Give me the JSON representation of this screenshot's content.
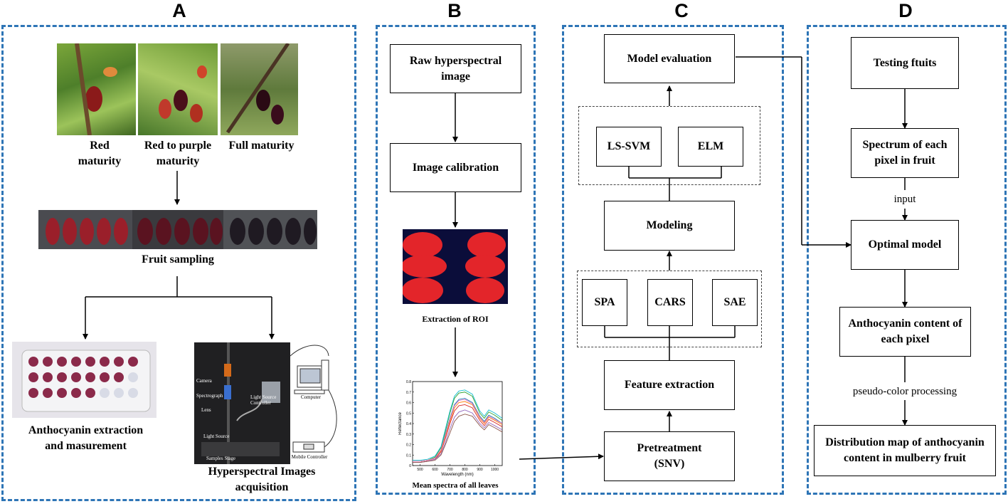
{
  "panels": {
    "a": {
      "title": "A"
    },
    "b": {
      "title": "B"
    },
    "c": {
      "title": "C"
    },
    "d": {
      "title": "D"
    }
  },
  "panel_a": {
    "stage1": "Red\nmaturity",
    "stage2": "Red to purple\nmaturity",
    "stage3": "Full maturity",
    "fruit_sampling": "Fruit sampling",
    "anthocyanin_extraction": "Anthocyanin  extraction\nand masurement",
    "hyperspectral_acquisition": "Hyperspectral Images\nacquisition",
    "equipment_labels": {
      "camera": "Camera",
      "spectrograph": "Spectrograph",
      "lens": "Lens",
      "light_source_controller": "Light Source\nController",
      "computer": "Computer",
      "light_source": "Light Source",
      "samples_stage": "Samples Stage",
      "mobile_controller": "Mobile Controller"
    }
  },
  "panel_b": {
    "raw_image": "Raw hyperspectral\nimage",
    "image_calibration": "Image calibration",
    "extraction_roi": "Extraction of ROI",
    "mean_spectra": "Mean spectra of all leaves"
  },
  "panel_c": {
    "model_evaluation": "Model evaluation",
    "ls_svm": "LS-SVM",
    "elm": "ELM",
    "modeling": "Modeling",
    "spa": "SPA",
    "cars": "CARS",
    "sae": "SAE",
    "feature_extraction": "Feature extraction",
    "pretreatment": "Pretreatment\n(SNV)"
  },
  "panel_d": {
    "testing_fruits": "Testing ftuits",
    "spectrum_each_pixel": "Spectrum of each\npixel in fruit",
    "input_label": "input",
    "optimal_model": "Optimal model",
    "anthocyanin_content": "Anthocyanin  content of\neach pixel",
    "pseudo_color": "pseudo-color processing",
    "distribution_map": "Distribution map of anthocyanin\ncontent in mulberry fruit"
  },
  "chart_data": {
    "type": "line",
    "xlabel": "Wavelength (nm)",
    "ylabel": "Reflectance",
    "xlim": [
      450,
      1050
    ],
    "ylim": [
      0,
      0.8
    ],
    "x_ticks": [
      "500",
      "600",
      "700",
      "800",
      "900",
      "1000"
    ],
    "y_ticks": [
      "0",
      "0.1",
      "0.2",
      "0.3",
      "0.4",
      "0.5",
      "0.6",
      "0.7",
      "0.8"
    ],
    "x": [
      450,
      500,
      550,
      600,
      640,
      670,
      700,
      730,
      760,
      800,
      850,
      900,
      930,
      960,
      1000,
      1050
    ],
    "series": [
      {
        "values": [
          0.04,
          0.04,
          0.05,
          0.07,
          0.15,
          0.3,
          0.45,
          0.58,
          0.63,
          0.64,
          0.6,
          0.47,
          0.42,
          0.48,
          0.45,
          0.4
        ]
      },
      {
        "values": [
          0.03,
          0.03,
          0.04,
          0.06,
          0.13,
          0.26,
          0.4,
          0.52,
          0.57,
          0.58,
          0.55,
          0.43,
          0.38,
          0.44,
          0.41,
          0.37
        ]
      },
      {
        "values": [
          0.04,
          0.04,
          0.05,
          0.08,
          0.17,
          0.33,
          0.5,
          0.64,
          0.69,
          0.7,
          0.66,
          0.5,
          0.45,
          0.51,
          0.48,
          0.43
        ]
      },
      {
        "values": [
          0.03,
          0.03,
          0.04,
          0.06,
          0.11,
          0.22,
          0.35,
          0.46,
          0.51,
          0.53,
          0.5,
          0.4,
          0.36,
          0.41,
          0.38,
          0.34
        ]
      },
      {
        "values": [
          0.04,
          0.04,
          0.05,
          0.07,
          0.14,
          0.28,
          0.42,
          0.55,
          0.6,
          0.61,
          0.58,
          0.45,
          0.4,
          0.46,
          0.43,
          0.39
        ]
      },
      {
        "values": [
          0.05,
          0.05,
          0.06,
          0.09,
          0.18,
          0.35,
          0.52,
          0.66,
          0.71,
          0.72,
          0.68,
          0.52,
          0.47,
          0.53,
          0.5,
          0.45
        ]
      },
      {
        "values": [
          0.03,
          0.03,
          0.04,
          0.05,
          0.1,
          0.2,
          0.31,
          0.42,
          0.47,
          0.49,
          0.47,
          0.38,
          0.34,
          0.39,
          0.36,
          0.32
        ]
      },
      {
        "values": [
          0.04,
          0.04,
          0.05,
          0.07,
          0.15,
          0.29,
          0.44,
          0.57,
          0.62,
          0.63,
          0.59,
          0.46,
          0.41,
          0.47,
          0.44,
          0.4
        ]
      }
    ],
    "colors": [
      "#1f77b4",
      "#d62728",
      "#2ca02c",
      "#9467bd",
      "#ff7f0e",
      "#17becf",
      "#8c564b",
      "#e377c2"
    ]
  }
}
